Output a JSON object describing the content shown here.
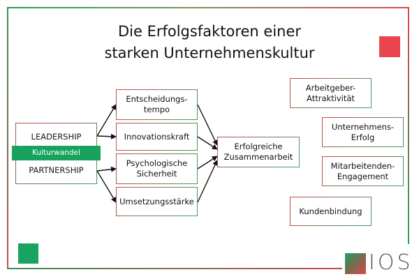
{
  "title": {
    "line1": "Die Erfolgsfaktoren einer",
    "line2": "starken Unternehmenskultur"
  },
  "left_block": {
    "top": "LEADERSHIP",
    "band": "Kulturwandel",
    "bottom": "PARTNERSHIP"
  },
  "factors": [
    {
      "line1": "Entscheidungs-",
      "line2": "tempo"
    },
    {
      "line1": "Innovationskraft",
      "line2": ""
    },
    {
      "line1": "Psychologische",
      "line2": "Sicherheit"
    },
    {
      "line1": "Umsetzungsstärke",
      "line2": ""
    }
  ],
  "center": {
    "line1": "Erfolgreiche",
    "line2": "Zusammenarbeit"
  },
  "outcomes": [
    {
      "line1": "Arbeitgeber-",
      "line2": "Attraktivität"
    },
    {
      "line1": "Unternehmens-",
      "line2": "Erfolg"
    },
    {
      "line1": "Mitarbeitenden-",
      "line2": "Engagement"
    },
    {
      "line1": "Kundenbindung",
      "line2": ""
    }
  ],
  "logo": {
    "text": "IOS"
  },
  "colors": {
    "green": "#1aa261",
    "red": "#e8454c",
    "text": "#111111"
  }
}
